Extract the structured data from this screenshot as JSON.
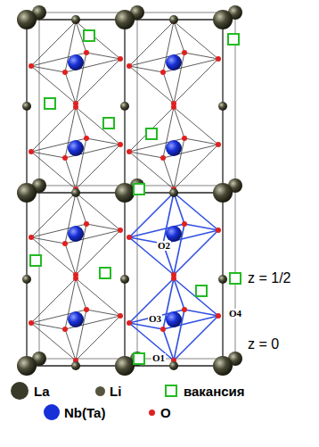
{
  "diagram": {
    "labels": [
      "z = 1/2",
      "z = 0",
      "O2",
      "O4",
      "O3",
      "O1"
    ],
    "legend": [
      {
        "text": "La",
        "color": "#3a3a28"
      },
      {
        "text": "Li",
        "color": "#55553f"
      },
      {
        "text": "вакансия"
      },
      {
        "text": "Nb(Ta)",
        "color": "#1830d8"
      },
      {
        "text": "O",
        "color": "#e02020"
      }
    ]
  }
}
